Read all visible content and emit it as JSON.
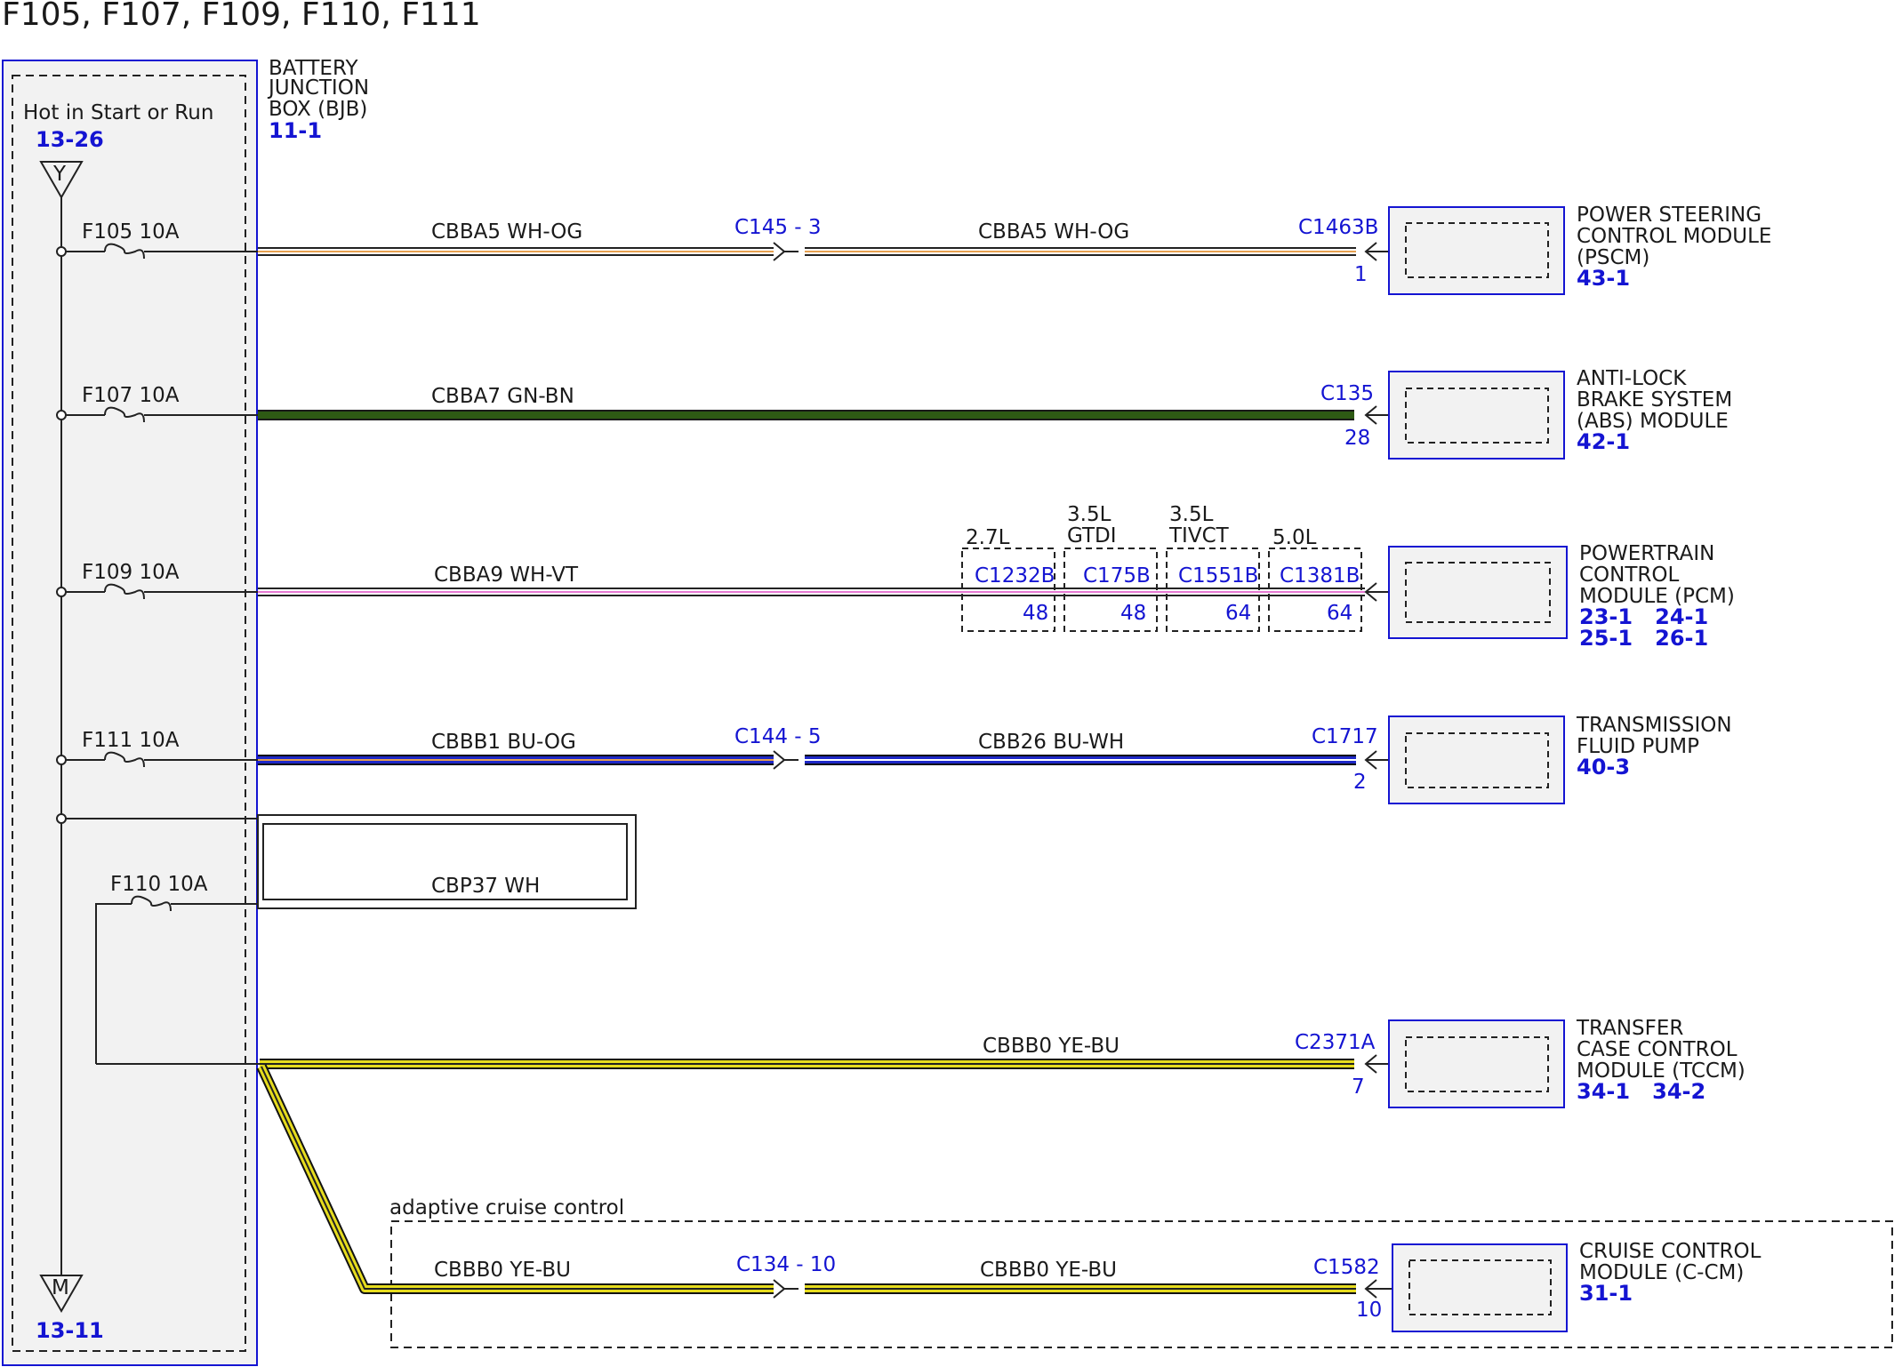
{
  "title": "F105, F107, F109, F110, F111",
  "bjb": {
    "name_lines": [
      "BATTERY",
      "JUNCTION",
      "BOX (BJB)"
    ],
    "ref": "11-1",
    "hot_label": "Hot in Start or Run",
    "top_ref": "13-26",
    "top_symbol": "Y",
    "bottom_symbol": "M",
    "bottom_ref": "13-11"
  },
  "fuses": {
    "f105": "F105  10A",
    "f107": "F107  10A",
    "f109": "F109  10A",
    "f111": "F111  10A",
    "f110": "F110  10A"
  },
  "circuits": {
    "pscm_a": "CBBA5  WH-OG",
    "pscm_b": "CBBA5  WH-OG",
    "abs": "CBBA7  GN-BN",
    "pcm": "CBBA9  WH-VT",
    "tfp_a": "CBBB1  BU-OG",
    "tfp_b": "CBB26  BU-WH",
    "cbp37": "CBP37  WH",
    "tccm": "CBBB0  YE-BU",
    "ccm_a": "CBBB0  YE-BU",
    "ccm_b": "CBBB0  YE-BU"
  },
  "connectors": {
    "c145": "C145 - 3",
    "c1463b": "C1463B",
    "c1463b_pin": "1",
    "c135": "C135",
    "c135_pin": "28",
    "c144": "C144 - 5",
    "c1717": "C1717",
    "c1717_pin": "2",
    "c2371a": "C2371A",
    "c2371a_pin": "7",
    "c134": "C134 - 10",
    "c1582": "C1582",
    "c1582_pin": "10"
  },
  "pcm_variants": [
    {
      "engine": [
        "2.7L"
      ],
      "connector": "C1232B",
      "pin": "48"
    },
    {
      "engine": [
        "3.5L",
        "GTDI"
      ],
      "connector": "C175B",
      "pin": "48"
    },
    {
      "engine": [
        "3.5L",
        "TIVCT"
      ],
      "connector": "C1551B",
      "pin": "64"
    },
    {
      "engine": [
        "5.0L"
      ],
      "connector": "C1381B",
      "pin": "64"
    }
  ],
  "modules": {
    "pscm": {
      "lines": [
        "POWER STEERING",
        "CONTROL MODULE",
        "(PSCM)"
      ],
      "refs": [
        "43-1"
      ]
    },
    "abs": {
      "lines": [
        "ANTI-LOCK",
        "BRAKE SYSTEM",
        "(ABS) MODULE"
      ],
      "refs": [
        "42-1"
      ]
    },
    "pcm": {
      "lines": [
        "POWERTRAIN",
        "CONTROL",
        "MODULE (PCM)"
      ],
      "refs": [
        "23-1   24-1",
        "25-1   26-1"
      ]
    },
    "tfp": {
      "lines": [
        "TRANSMISSION",
        "FLUID PUMP"
      ],
      "refs": [
        "40-3"
      ]
    },
    "tccm": {
      "lines": [
        "TRANSFER",
        "CASE CONTROL",
        "MODULE (TCCM)"
      ],
      "refs": [
        "34-1   34-2"
      ]
    },
    "ccm": {
      "lines": [
        "CRUISE CONTROL",
        "MODULE (C-CM)"
      ],
      "refs": [
        "31-1"
      ]
    }
  },
  "option_label": "adaptive cruise control",
  "colors": {
    "frame_blue": "#1414d2",
    "wire_green": "#2e5a14",
    "wire_blue": "#1e28c8",
    "wire_yellow": "#e6dc1e",
    "wire_orange": "#e6a050",
    "wire_violet": "#e678d2",
    "panel_fill": "#f2f2f2"
  }
}
